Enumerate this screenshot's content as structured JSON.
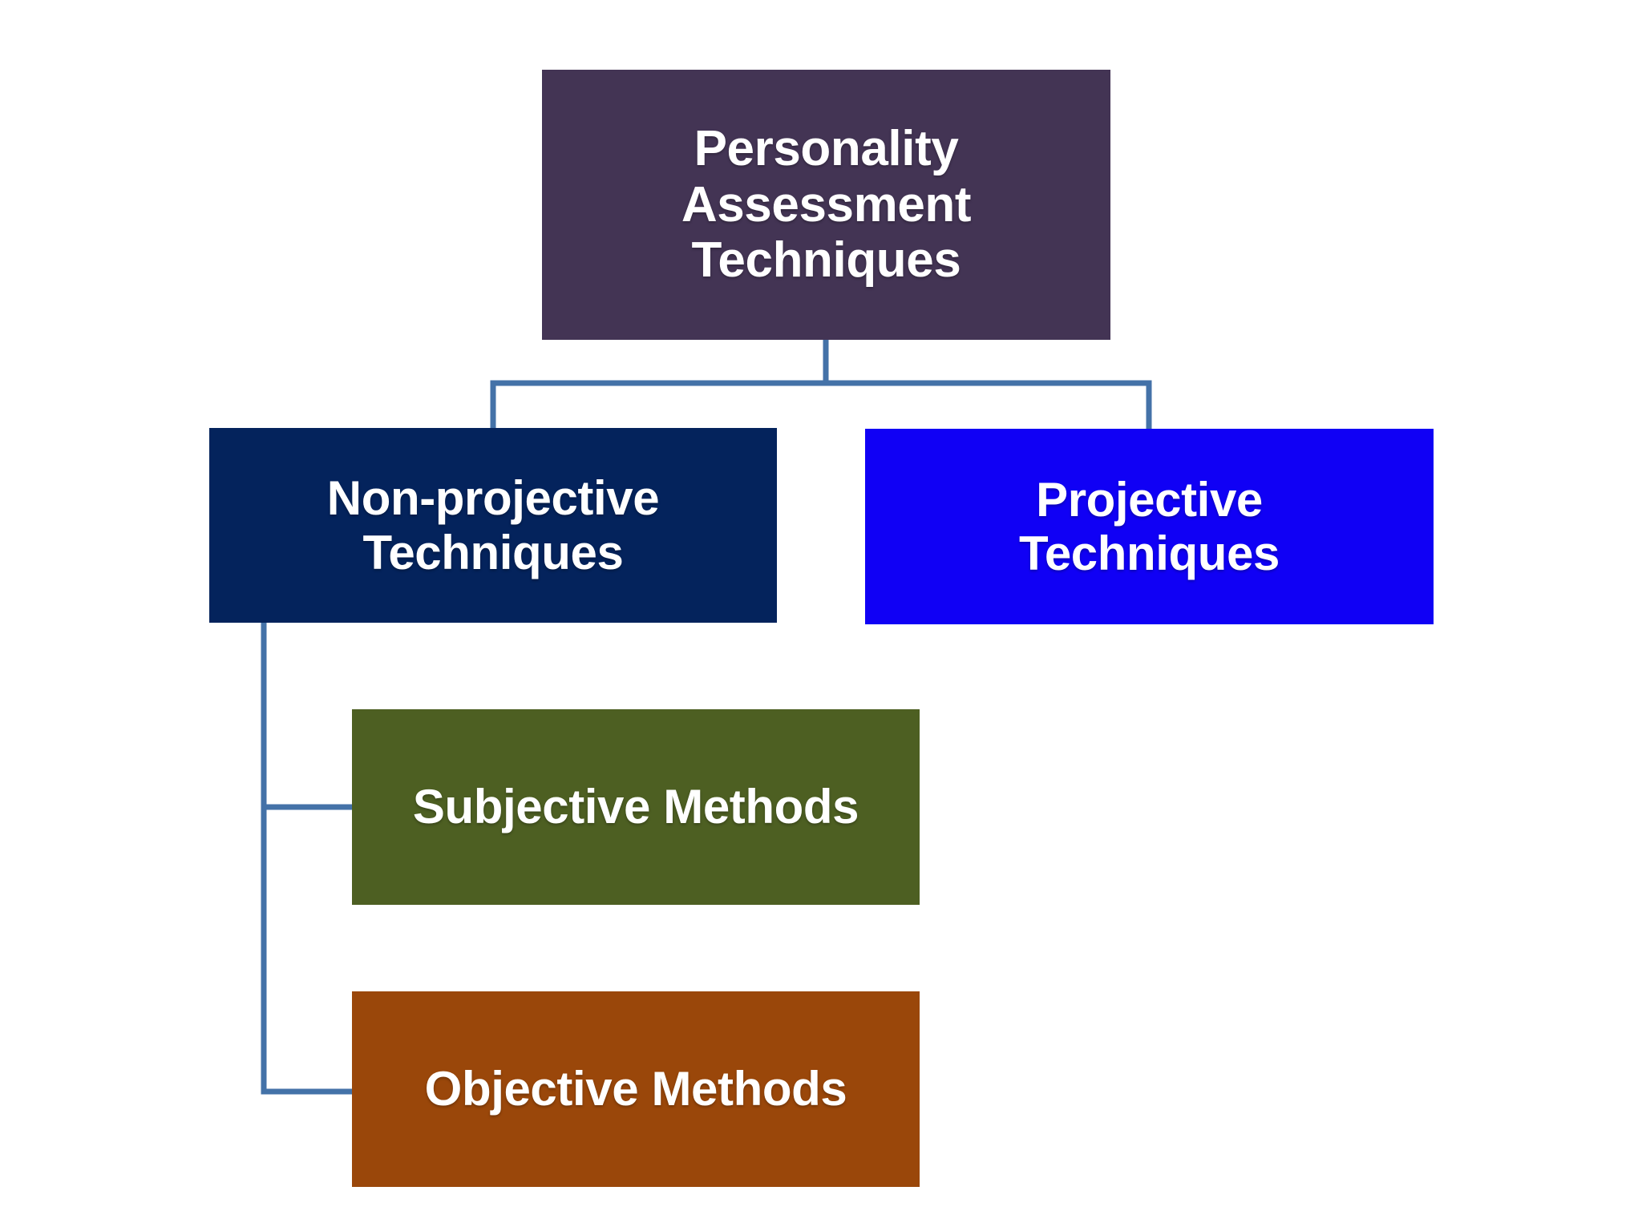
{
  "diagram": {
    "title": "Personality Assessment Techniques",
    "type": "hierarchy-tree",
    "background_color": "#FFFFFF",
    "connector_color": "#4472A8",
    "text_color": "#FFFFFF",
    "nodes": {
      "root": {
        "label": "Personality\nAssessment\nTechniques",
        "color": "#433454",
        "level": 0
      },
      "nonprojective": {
        "label": "Non-projective\nTechniques",
        "color": "#04235C",
        "level": 1
      },
      "projective": {
        "label": "Projective\nTechniques",
        "color": "#1000F5",
        "level": 1
      },
      "subjective": {
        "label": "Subjective Methods",
        "color": "#4D5F22",
        "level": 2
      },
      "objective": {
        "label": "Objective Methods",
        "color": "#9A470A",
        "level": 2
      }
    },
    "edges": [
      {
        "from": "root",
        "to": "nonprojective"
      },
      {
        "from": "root",
        "to": "projective"
      },
      {
        "from": "nonprojective",
        "to": "subjective"
      },
      {
        "from": "nonprojective",
        "to": "objective"
      }
    ]
  }
}
